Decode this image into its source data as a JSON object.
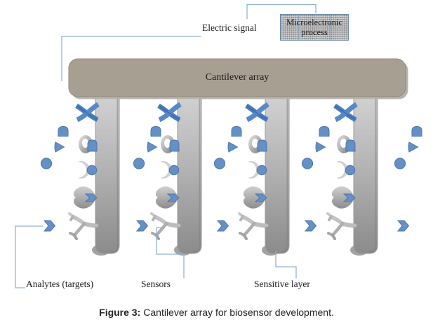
{
  "labels": {
    "electric_signal": "Electric signal",
    "microelectronic_process": "Microelectronic process",
    "cantilever_array": "Cantilever array",
    "analytes": "Analytes (targets)",
    "sensors": "Sensors",
    "sensitive_layer": "Sensitive layer"
  },
  "caption": {
    "prefix": "Figure 3:",
    "text": "Cantilever array for biosensor development."
  },
  "colors": {
    "analyte_blue": "#6590c5",
    "analyte_blue_dark": "#4b77ae",
    "ribbon_blue": "#4b7ec0",
    "array_taupe": "#a89f93",
    "array_shadow": "#b6b3ae",
    "beam_gray_light": "#d2d2d2",
    "beam_gray_dark": "#8b8b8b",
    "connector_blue": "#94b0d0"
  },
  "diagram": {
    "beam_count": 4,
    "beam_x": [
      136,
      253,
      378,
      504
    ],
    "column_x": [
      83,
      215,
      330,
      455,
      587
    ],
    "elements": [
      "cantilever-beam",
      "sensitive-tip",
      "bound-x-ribbon-analyte",
      "ring-receptor",
      "bound-pentagon-analyte",
      "open-receptor",
      "bound-circle-analyte",
      "heart-receptor",
      "bound-chevron-analyte",
      "antibody-sensor",
      "floating-pentagon-analyte",
      "floating-triangle-analyte",
      "floating-circle-analyte",
      "floating-chevron-analyte"
    ]
  }
}
